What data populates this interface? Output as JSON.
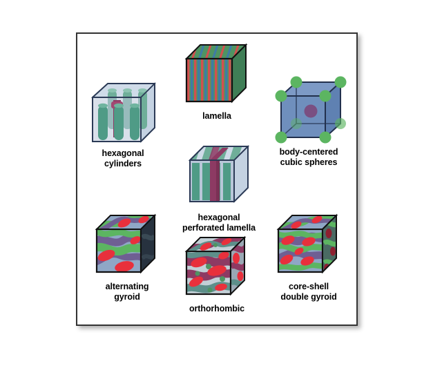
{
  "figure": {
    "type": "diagram",
    "subject": "block copolymer self-assembly morphologies",
    "panel_background": "#ffffff",
    "panel_border_color": "#333333",
    "items": [
      {
        "id": "hexagonal-cylinders",
        "label": "hexagonal\ncylinders",
        "icon": "cube-hexagonal-cylinders",
        "grid": {
          "row": 1,
          "col": 1
        },
        "colors": {
          "box": "#b9c7d9",
          "cylinder": "#4f9b86",
          "cylinder_top": "#7ab5a2",
          "minority": "#8d3a63",
          "edge": "#2b3a56"
        }
      },
      {
        "id": "lamella",
        "label": "lamella",
        "icon": "cube-lamella",
        "grid": {
          "row": 1,
          "col": 2
        },
        "colors": {
          "stripe_red": "#d2504f",
          "stripe_green": "#4f9462",
          "stripe_blue": "#3f7ba6",
          "side": "#3f7e56",
          "edge": "#111111"
        },
        "stripe_sequence": [
          "red",
          "green",
          "blue",
          "green",
          "red",
          "green",
          "blue",
          "green",
          "red",
          "green",
          "blue",
          "green",
          "red"
        ]
      },
      {
        "id": "body-centered-cubic-spheres",
        "label": "body-centered\ncubic spheres",
        "icon": "cube-bcc-spheres",
        "grid": {
          "row": 1,
          "col": 3
        },
        "colors": {
          "box": "#6f8fbd",
          "sphere_corner": "#5cb561",
          "sphere_center": "#7a4f82",
          "edge": "#22304d"
        },
        "corner_sphere_count": 8,
        "center_sphere_count": 1
      },
      {
        "id": "hexagonal-perforated-lamella",
        "label": "hexagonal\nperforated lamella",
        "icon": "cube-perforated-lamella",
        "grid": {
          "row": 2,
          "col": 2
        },
        "colors": {
          "box": "#b9c7d9",
          "layer": "#4f9b86",
          "perforation": "#8d3a63",
          "edge": "#2b3a56"
        }
      },
      {
        "id": "alternating-gyroid",
        "label": "alternating\ngyroid",
        "icon": "cube-alternating-gyroid",
        "grid": {
          "row": 3,
          "col": 1
        },
        "colors": {
          "matrix": "#8fa7c6",
          "network_green": "#5cb561",
          "network_red": "#e8303c",
          "network_purple": "#6f5f93",
          "dark_face": "#27323f",
          "edge": "#111111"
        }
      },
      {
        "id": "orthorhombic",
        "label": "orthorhombic",
        "icon": "cube-orthorhombic",
        "grid": {
          "row": 4,
          "col": 2
        },
        "colors": {
          "matrix": "#c2cfd6",
          "network_red": "#e8303c",
          "network_green": "#4f9462",
          "network_purple": "#8d3a63",
          "teal": "#5d8f8a",
          "edge": "#111111"
        }
      },
      {
        "id": "core-shell-double-gyroid",
        "label": "core-shell\ndouble gyroid",
        "icon": "cube-core-shell-double-gyroid",
        "grid": {
          "row": 3,
          "col": 3
        },
        "colors": {
          "matrix": "#8fa7c6",
          "shell_green": "#5cb561",
          "core_red": "#e8303c",
          "network_purple": "#6f5f93",
          "side_dark": "#4a6a63",
          "edge": "#111111"
        }
      }
    ]
  }
}
